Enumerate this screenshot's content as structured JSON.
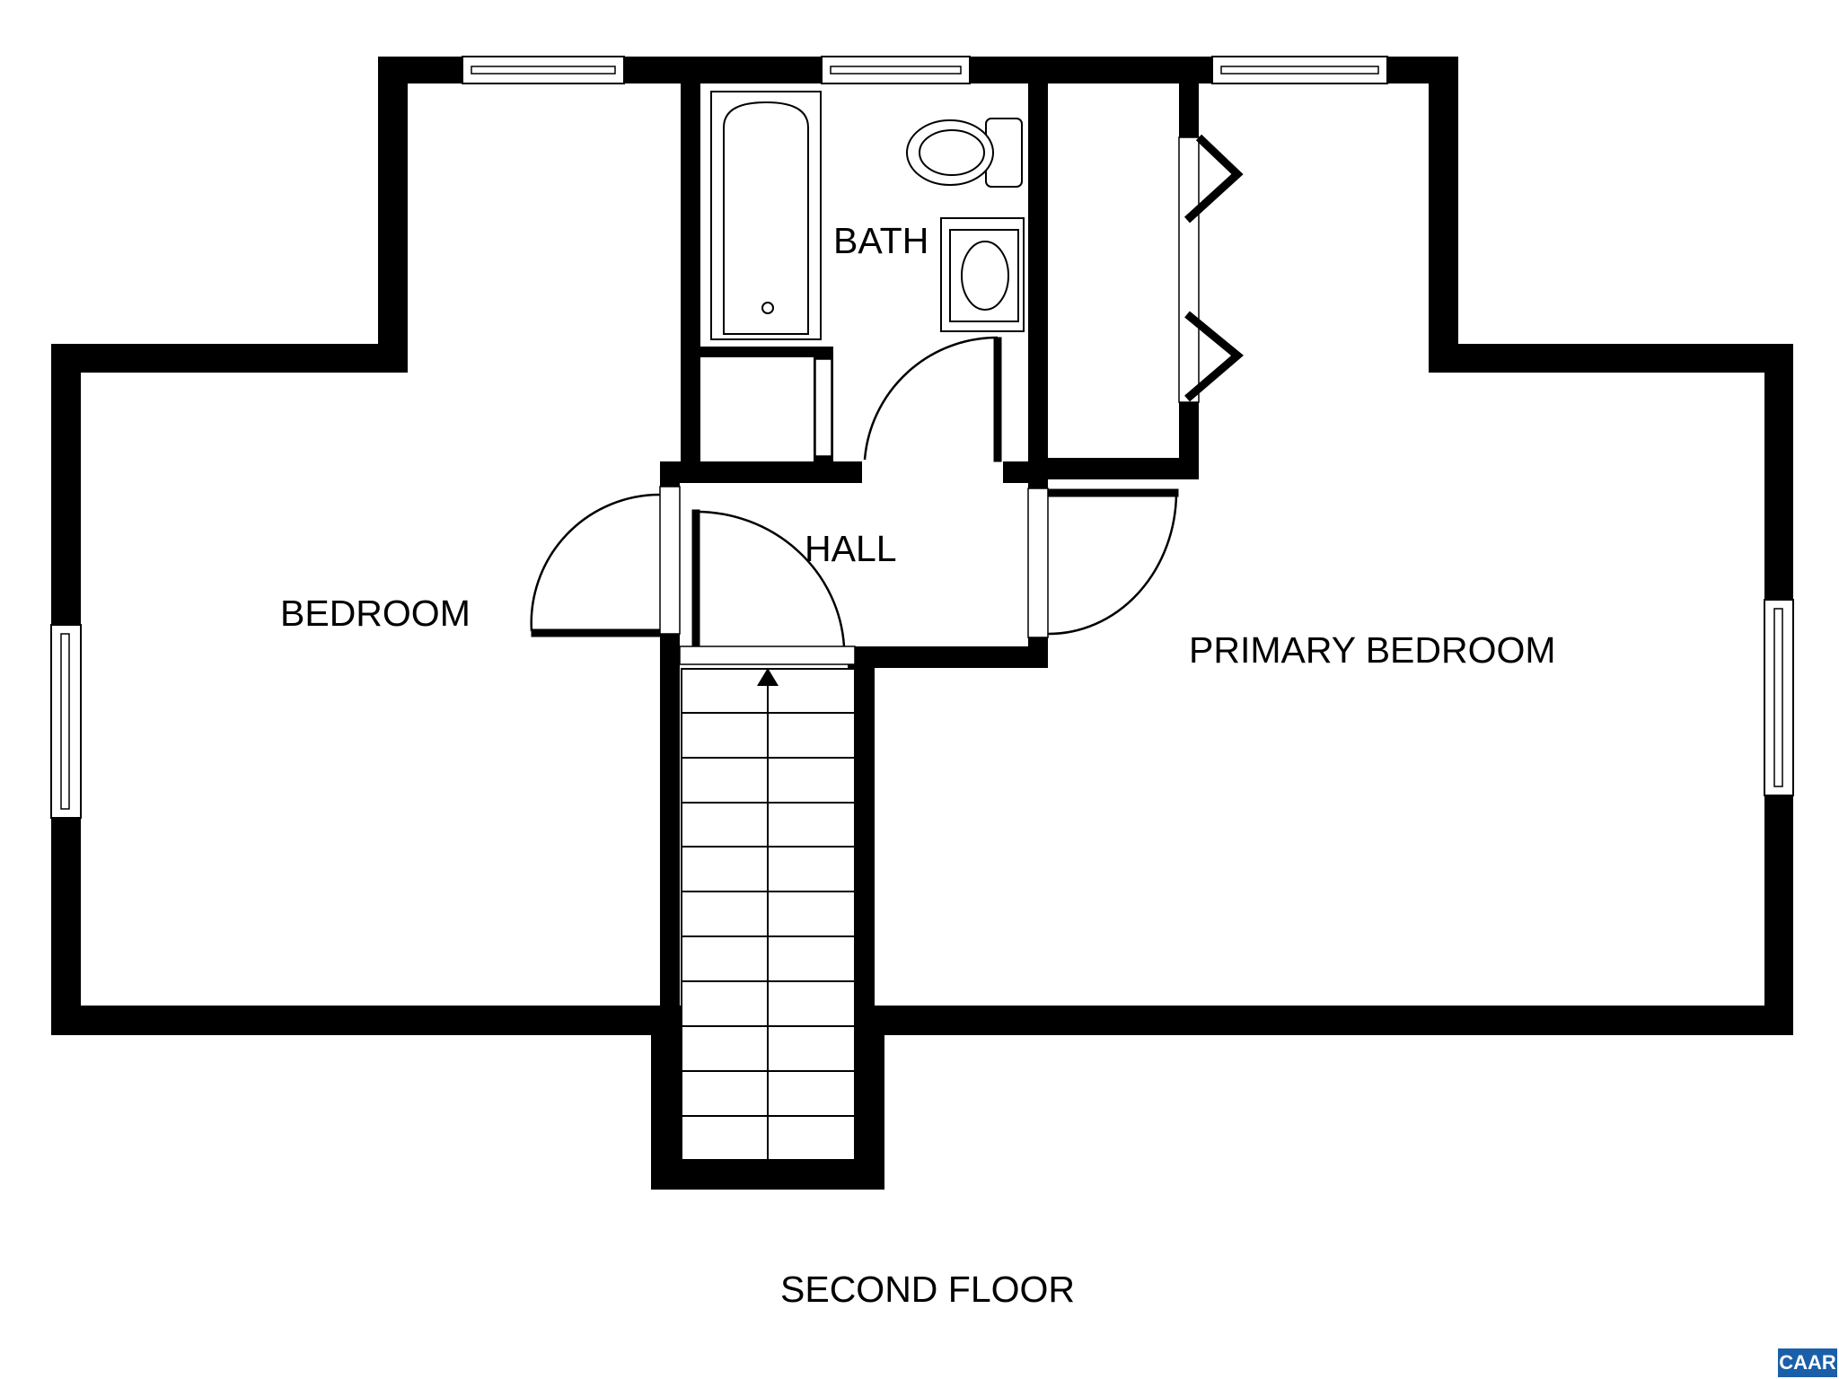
{
  "rooms": {
    "bath": "BATH",
    "hall": "HALL",
    "bedroom": "BEDROOM",
    "primary_bedroom": "PRIMARY BEDROOM"
  },
  "floor_title": "SECOND FLOOR",
  "badge": "CAAR",
  "colors": {
    "wall": "#000000",
    "background": "#ffffff",
    "badge": "#1a5fa8"
  }
}
